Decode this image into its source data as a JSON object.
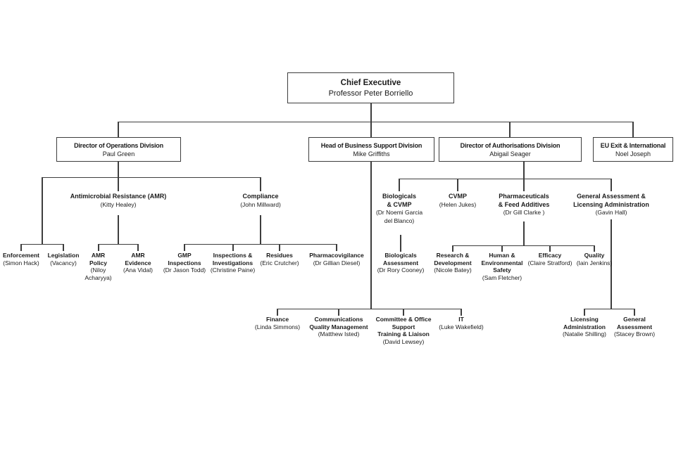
{
  "page": {
    "background_color": "#ffffff",
    "line_color": "#3d3d3d",
    "text_color": "#1a1a1a"
  },
  "org_chart": {
    "nodes": {
      "chief_executive": {
        "title": "Chief Executive",
        "name": "Professor Peter Borriello"
      },
      "operations_division": {
        "title": "Director of Operations Division",
        "name": "Paul Green"
      },
      "business_support_division": {
        "title": "Head of Business Support Division",
        "name": "Mike Griffiths"
      },
      "authorisations_division": {
        "title": "Director of Authorisations Division",
        "name": "Abigail Seager"
      },
      "eu_exit_international": {
        "title": "EU Exit & International",
        "name": "Noel Joseph"
      },
      "amr": {
        "title": "Antimicrobial Resistance (AMR)",
        "name": "(Kitty Healey)"
      },
      "compliance": {
        "title": "Compliance",
        "name": "(John Millward)"
      },
      "biologicals_cvmp": {
        "title": "Biologicals\n& CVMP",
        "name": "(Dr Noemi Garcia\ndel Blanco)"
      },
      "cvmp": {
        "title": "CVMP",
        "name": "(Helen Jukes)"
      },
      "pharmaceuticals_feed_additives": {
        "title": "Pharmaceuticals\n& Feed Additives",
        "name": "(Dr Gill Clarke )"
      },
      "general_assessment_licensing_admin": {
        "title": "General Assessment &\nLicensing Administration",
        "name": "(Gavin Hall)"
      },
      "enforcement": {
        "title": "Enforcement",
        "name": "(Simon Hack)"
      },
      "legislation": {
        "title": "Legislation",
        "name": "(Vacancy)"
      },
      "amr_policy": {
        "title": "AMR\nPolicy",
        "name": "(Niloy\nAcharyya)"
      },
      "amr_evidence": {
        "title": "AMR\nEvidence",
        "name": "(Ana Vidal)"
      },
      "gmp_inspections": {
        "title": "GMP\nInspections",
        "name": "(Dr Jason Todd)"
      },
      "inspections_investigations": {
        "title": "Inspections &\nInvestigations",
        "name": "(Christine Paine)"
      },
      "residues": {
        "title": "Residues",
        "name": "(Eric Crutcher)"
      },
      "pharmacovigilance": {
        "title": "Pharmacovigilance",
        "name": "(Dr Gillian Diesel)"
      },
      "biologicals_assessment": {
        "title": "Biologicals\nAssessment",
        "name": "(Dr Rory Cooney)"
      },
      "research_development": {
        "title": "Research &\nDevelopment",
        "name": "(Nicole Batey)"
      },
      "human_environmental_safety": {
        "title": "Human &\nEnvironmental\nSafety",
        "name": "(Sam Fletcher)"
      },
      "efficacy": {
        "title": "Efficacy",
        "name": "(Claire Stratford)"
      },
      "quality": {
        "title": "Quality",
        "name": "(Iain Jenkins)"
      },
      "finance": {
        "title": "Finance",
        "name": "(Linda Simmons)"
      },
      "communications_quality_management": {
        "title": "Communications\nQuality Management",
        "name": "(Matthew Isted)"
      },
      "committee_office_support": {
        "title": "Committee & Office\nSupport\nTraining & Liaison",
        "name": "(David Lewsey)"
      },
      "it": {
        "title": "IT",
        "name": "(Luke Wakefield)"
      },
      "licensing_administration": {
        "title": "Licensing\nAdministration",
        "name": "(Natalie Shilling)"
      },
      "general_assessment": {
        "title": "General\nAssessment",
        "name": "(Stacey Brown)"
      }
    },
    "hierarchy": {
      "operations_division": "chief_executive",
      "business_support_division": "chief_executive",
      "authorisations_division": "chief_executive",
      "eu_exit_international": "chief_executive",
      "amr": "operations_division",
      "compliance": "operations_division",
      "enforcement": "operations_division",
      "legislation": "operations_division",
      "amr_policy": "amr",
      "amr_evidence": "amr",
      "gmp_inspections": "compliance",
      "inspections_investigations": "compliance",
      "residues": "compliance",
      "pharmacovigilance": "compliance",
      "biologicals_cvmp": "authorisations_division",
      "cvmp": "authorisations_division",
      "pharmaceuticals_feed_additives": "authorisations_division",
      "general_assessment_licensing_admin": "authorisations_division",
      "biologicals_assessment": "biologicals_cvmp",
      "research_development": "pharmaceuticals_feed_additives",
      "human_environmental_safety": "pharmaceuticals_feed_additives",
      "efficacy": "pharmaceuticals_feed_additives",
      "quality": "pharmaceuticals_feed_additives",
      "finance": "business_support_division",
      "communications_quality_management": "business_support_division",
      "committee_office_support": "business_support_division",
      "it": "business_support_division",
      "licensing_administration": "general_assessment_licensing_admin",
      "general_assessment": "general_assessment_licensing_admin"
    }
  }
}
